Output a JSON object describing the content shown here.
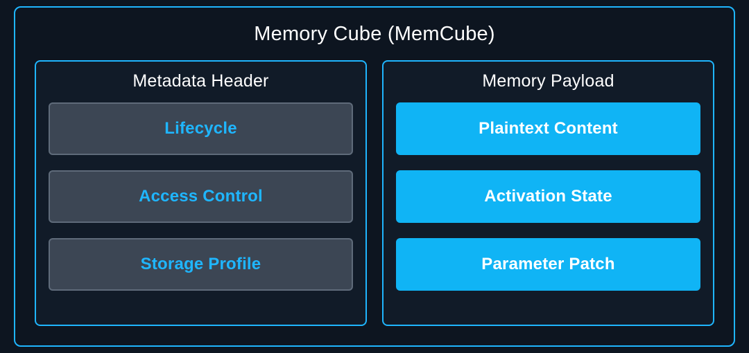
{
  "diagram": {
    "title": "Memory Cube (MemCube)",
    "accent_color": "#1fb6ff",
    "background_color": "#0d1520",
    "panels": [
      {
        "title": "Metadata Header",
        "style": "metadata",
        "items": [
          {
            "label": "Lifecycle"
          },
          {
            "label": "Access Control"
          },
          {
            "label": "Storage Profile"
          }
        ]
      },
      {
        "title": "Memory Payload",
        "style": "payload",
        "items": [
          {
            "label": "Plaintext Content"
          },
          {
            "label": "Activation State"
          },
          {
            "label": "Parameter Patch"
          }
        ]
      }
    ]
  }
}
